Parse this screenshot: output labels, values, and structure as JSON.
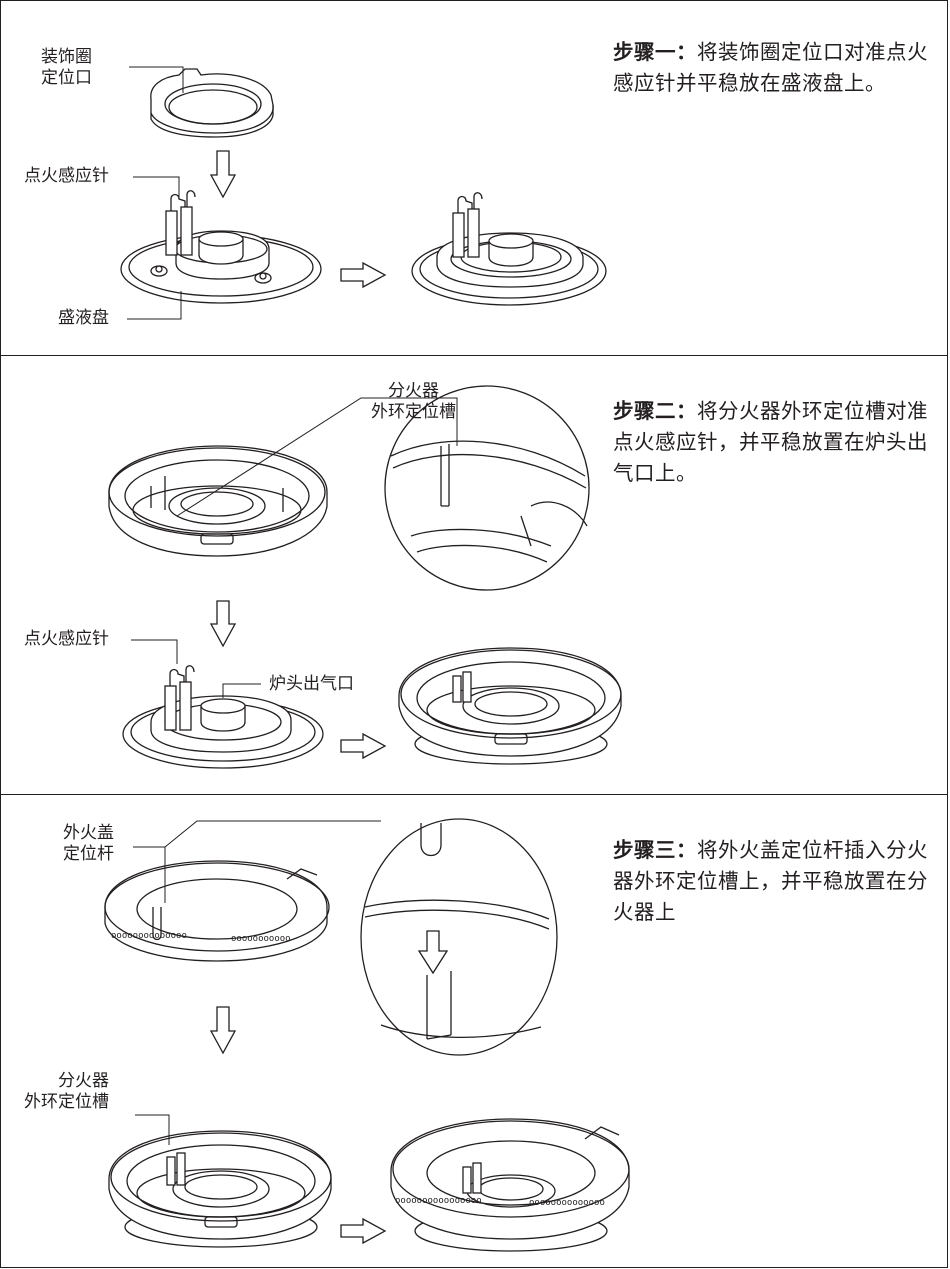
{
  "steps": [
    {
      "title": "步骤一：",
      "text": "将装饰圈定位口对准点火感应针并平稳放在盛液盘上。",
      "labels": {
        "ring_line1": "装饰圈",
        "ring_line2": "定位口",
        "needle": "点火感应针",
        "tray": "盛液盘"
      }
    },
    {
      "title": "步骤二：",
      "text": "将分火器外环定位槽对准点火感应针，并平稳放置在炉头出气口上。",
      "labels": {
        "slot_line1": "分火器",
        "slot_line2": "外环定位槽",
        "needle": "点火感应针",
        "outlet": "炉头出气口"
      }
    },
    {
      "title": "步骤三：",
      "text": "将外火盖定位杆插入分火器外环定位槽上，并平稳放置在分火器上",
      "labels": {
        "rod_line1": "外火盖",
        "rod_line2": "定位杆",
        "slot_line1": "分火器",
        "slot_line2": "外环定位槽"
      }
    }
  ]
}
